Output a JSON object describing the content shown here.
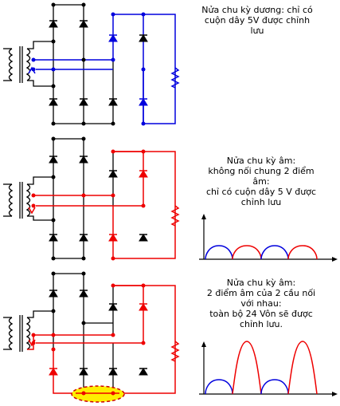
{
  "captions": {
    "panel1": [
      "Nửa chu kỳ dương: chỉ có",
      "cuộn dây 5V được chỉnh",
      "lưu"
    ],
    "panel2": [
      "Nửa chu kỳ âm:",
      "không nối chung 2 điểm",
      "âm:",
      "chỉ có cuộn dây 5 V được",
      "chỉnh lưu"
    ],
    "panel3": [
      "Nửa chu kỳ âm:",
      "2 điểm âm của 2 cầu nối",
      "với nhau:",
      "toàn bộ 24 Vôn sẽ được",
      "chỉnh lưu."
    ]
  },
  "colors": {
    "wire": "#000000",
    "positive_path": "#0000dd",
    "negative_path": "#ee0000",
    "highlight_fill": "#ffee00",
    "highlight_stroke": "#cc0000"
  }
}
